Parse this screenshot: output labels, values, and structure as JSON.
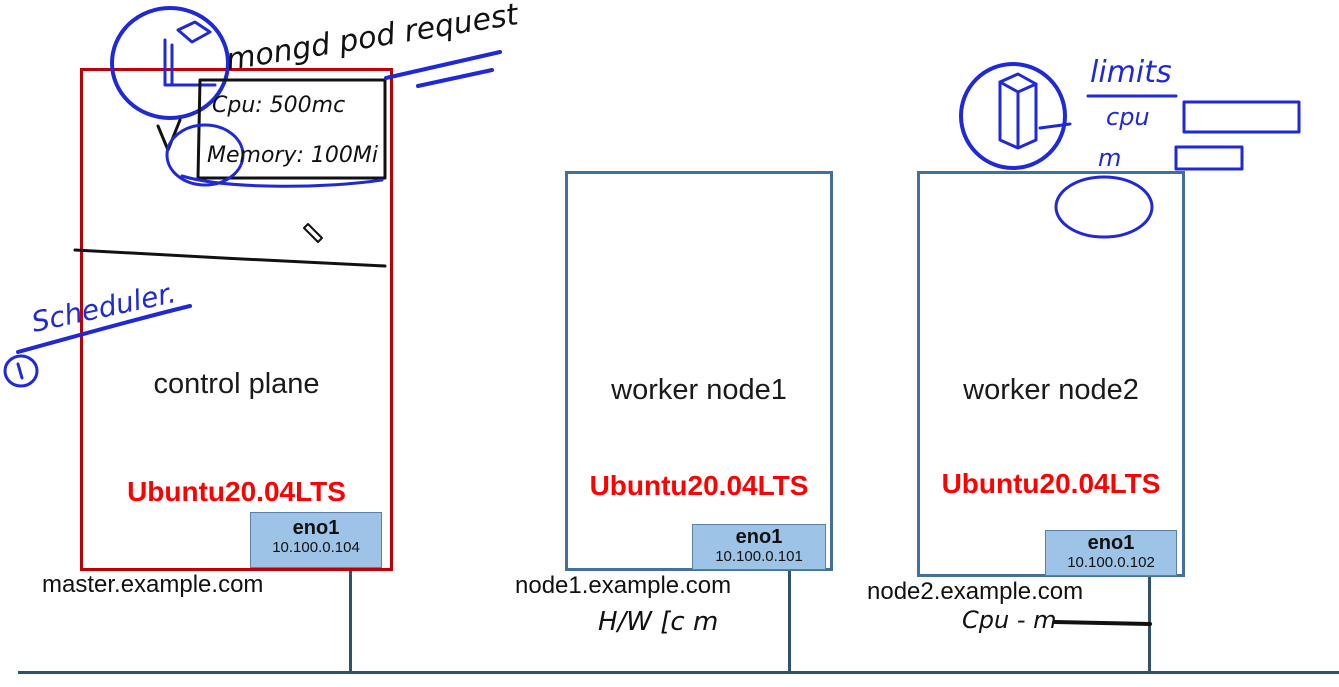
{
  "colors": {
    "control_border": "#c00000",
    "worker_border": "#41719c",
    "os_label": "#ff0000",
    "nic_fill": "#9dc3e6",
    "wire": "#2f5071",
    "ink_blue": "#1f2ad6",
    "ink_black": "#111111"
  },
  "nodes": [
    {
      "title": "control plane",
      "os": "Ubuntu20.04LTS",
      "nic_name": "eno1",
      "nic_ip": "10.100.0.104",
      "hostname": "master.example.com"
    },
    {
      "title": "worker node1",
      "os": "Ubuntu20.04LTS",
      "nic_name": "eno1",
      "nic_ip": "10.100.0.101",
      "hostname": "node1.example.com"
    },
    {
      "title": "worker node2",
      "os": "Ubuntu20.04LTS",
      "nic_name": "eno1",
      "nic_ip": "10.100.0.102",
      "hostname": "node2.example.com"
    }
  ],
  "annotations": {
    "pod_label": "mongd pod request",
    "cpu_request": "Cpu: 500mc",
    "memory_request": "Memory: 100Mi",
    "scheduler": "Scheduler.",
    "limits": "limits",
    "limits_cpu": "cpu",
    "limits_memory": "m",
    "bottom_right": "Cpu - m",
    "hw_note": "H/W [c m"
  }
}
